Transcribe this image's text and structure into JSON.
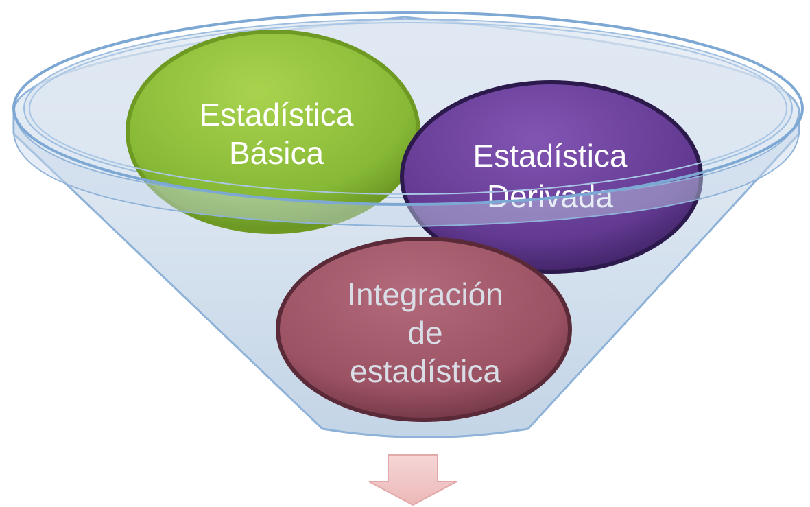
{
  "diagram": {
    "circles": [
      {
        "lines": [
          "Estadística",
          "Básica"
        ],
        "color": "#8dbf3a"
      },
      {
        "lines": [
          "Estadística",
          "Derivada"
        ],
        "color": "#6a3d99"
      },
      {
        "lines": [
          "Integración",
          "de",
          "estadística"
        ],
        "color": "#a0586a"
      }
    ],
    "funnel_color": "#c5d6e8",
    "arrow_color": "#f2c4c4"
  }
}
